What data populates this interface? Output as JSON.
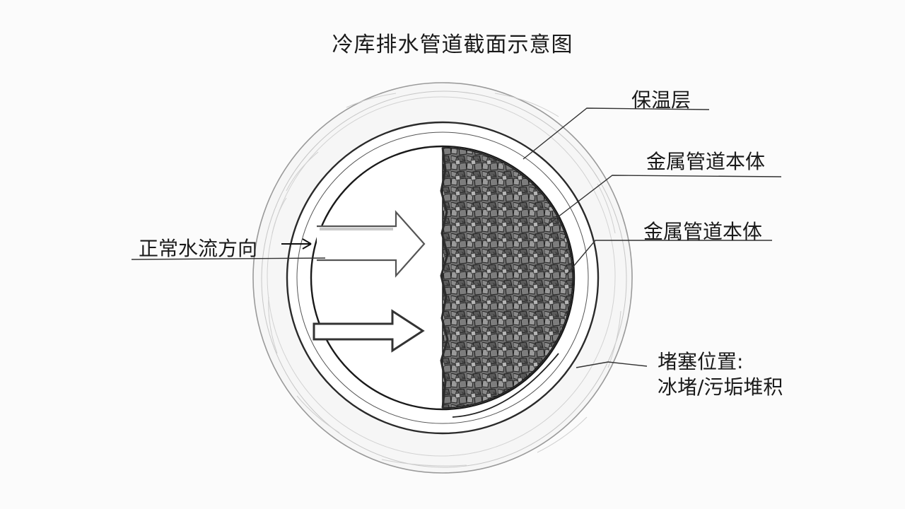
{
  "diagram": {
    "title": "冷库排水管道截面示意图",
    "labels": {
      "insulation": "保温层",
      "metal_pipe_1": "金属管道本体",
      "metal_pipe_2": "金属管道本体",
      "flow_direction": "正常水流方向",
      "blockage_line1": "堵塞位置:",
      "blockage_line2": "冰堵/污垢堆积"
    }
  }
}
